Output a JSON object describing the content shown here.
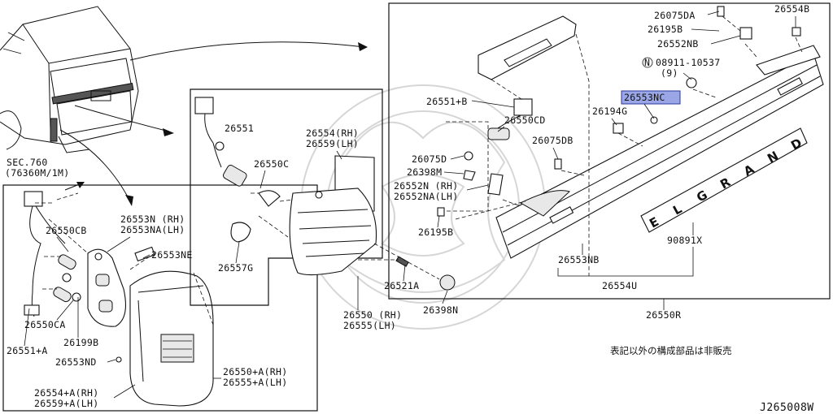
{
  "highlight_color": "#9aa6e6",
  "diagram_code": "J265008W",
  "note_jp": "表記以外の構成部品は非販売",
  "sec_ref": {
    "line1": "SEC.760",
    "line2": "(76360M/1M)"
  },
  "labels": {
    "p26075DA": "26075DA",
    "p26554B": "26554B",
    "p26195B_top": "26195B",
    "p26552NB": "26552NB",
    "p08911_line1": "08911-10537",
    "p08911_line2": "(9)",
    "p08911_circle": "N",
    "p26553NC": "26553NC",
    "p26194G": "26194G",
    "p26551B": "26551+B",
    "p26550CD": "26550CD",
    "p26075DB": "26075DB",
    "p26075D": "26075D",
    "p26398M": "26398M",
    "p26552N_rh": "26552N (RH)",
    "p26552NA_lh": "26552NA(LH)",
    "p26195B_bot": "26195B",
    "p26553NB": "26553NB",
    "p90891X": "90891X",
    "p26554U": "26554U",
    "p26550R": "26550R",
    "p26551": "26551",
    "p26554_rh": "26554(RH)",
    "p26559_lh": "26559(LH)",
    "p26550C": "26550C",
    "p26557G": "26557G",
    "p26521A": "26521A",
    "p26398N": "26398N",
    "p26550_rh": "26550 (RH)",
    "p26555_lh": "26555(LH)",
    "p26550CB": "26550CB",
    "p26553N_rh": "26553N (RH)",
    "p26553NA_lh": "26553NA(LH)",
    "p26553NE": "26553NE",
    "p26550CA": "26550CA",
    "p26199B": "26199B",
    "p26551A": "26551+A",
    "p26553ND": "26553ND",
    "p26550A_rh": "26550+A(RH)",
    "p26555A_lh": "26555+A(LH)",
    "p26554A_rh": "26554+A(RH)",
    "p26559A_lh": "26559+A(LH)"
  },
  "emblem_letters": [
    "E",
    "L",
    "G",
    "R",
    "A",
    "N",
    "D"
  ]
}
